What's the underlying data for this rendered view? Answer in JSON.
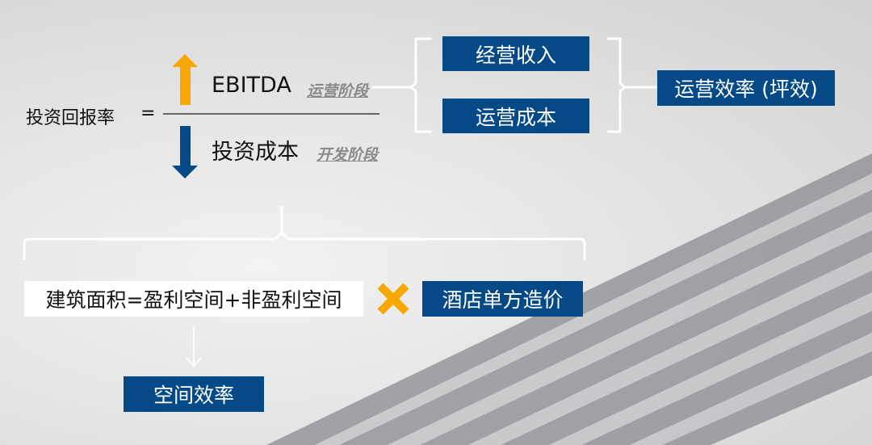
{
  "formula": {
    "lhs": "投资回报率",
    "equals": "=",
    "numerator": "EBITDA",
    "numerator_stage": "运营阶段",
    "denominator": "投资成本",
    "denominator_stage": "开发阶段"
  },
  "operations": {
    "revenue": "经营收入",
    "cost": "运营成本",
    "efficiency": "运营效率 (坪效)"
  },
  "bottom": {
    "area_formula": "建筑面积=盈利空间+非盈利空间",
    "unit_cost": "酒店单方造价",
    "space_efficiency": "空间效率"
  },
  "colors": {
    "navy": "#054a87",
    "orange": "#f7a800"
  }
}
